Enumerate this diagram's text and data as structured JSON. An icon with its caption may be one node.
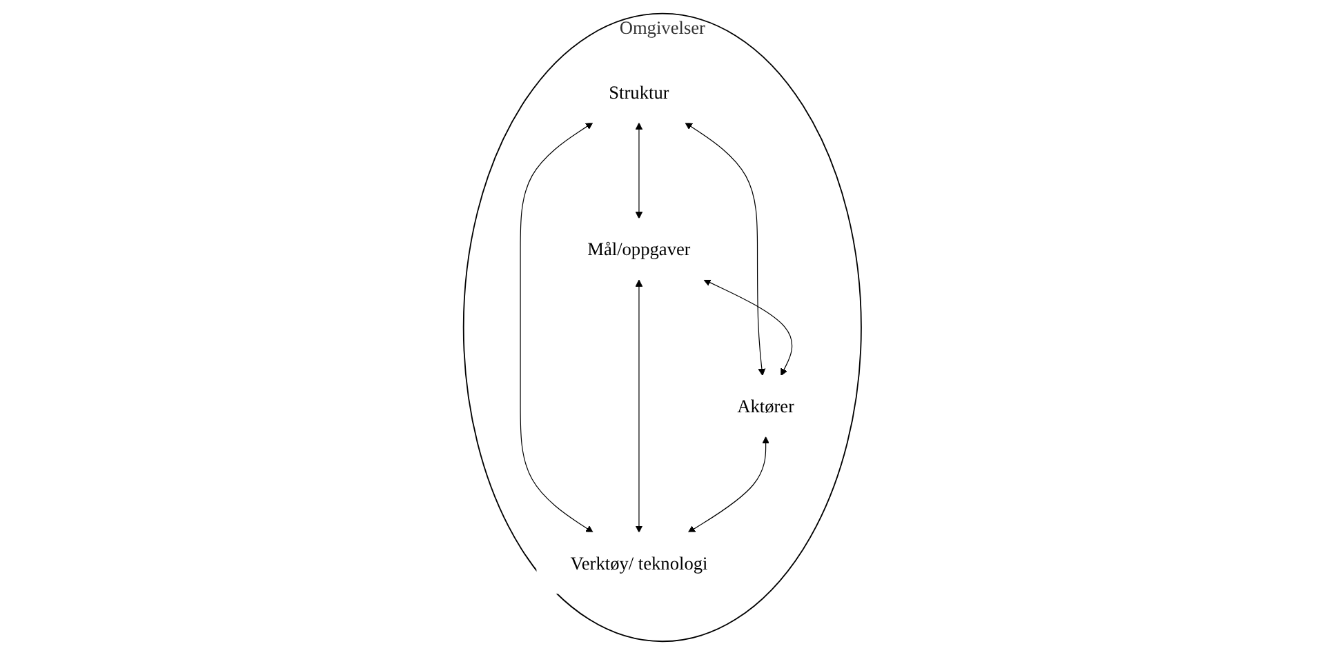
{
  "diagram": {
    "nodes": [
      {
        "text": [
          "Omgivelser"
        ]
      },
      {
        "text": [
          "Mål/oppgaver"
        ],
        "in": 0
      },
      {
        "text": [
          "Struktur"
        ],
        "in": 0
      },
      {
        "text": [
          "Verktøy/ teknologi"
        ],
        "in": 0
      },
      {
        "text": [
          "Aktører"
        ],
        "in": 0
      }
    ],
    "edges": [
      {
        "from": 2,
        "to": 1,
        "arrow": "both"
      },
      {
        "from": 2,
        "to": 3,
        "arrow": "both"
      },
      {
        "from": 2,
        "to": 4,
        "arrow": "both"
      },
      {
        "from": 1,
        "to": 3,
        "arrow": "both"
      },
      {
        "from": 4,
        "to": 3,
        "arrow": "both"
      },
      {
        "from": 1,
        "to": 4,
        "arrow": "both"
      }
    ]
  }
}
